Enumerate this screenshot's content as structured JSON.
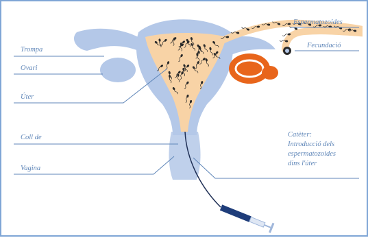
{
  "labels": {
    "trompa": "Trompa",
    "ovari": "Ovari",
    "uter": "Úter",
    "coll": "Coll de",
    "vagina": "Vagina",
    "espermatozoides": "Espermatozoides",
    "fecundacio": "Fecundació",
    "cateter_line1": "Catèter:",
    "cateter_line2": "Introducció dels",
    "cateter_line3": "espermatozoides",
    "cateter_line4": "dins l'úter"
  },
  "colors": {
    "frame": "#7fa6d6",
    "organ": "#b4c8e8",
    "uterine_lining": "#f8d3a6",
    "sperm": "#2a2a2a",
    "egg": "#e8651b",
    "syringe": "#1f3d7a",
    "label_text": "#5f86b8"
  }
}
